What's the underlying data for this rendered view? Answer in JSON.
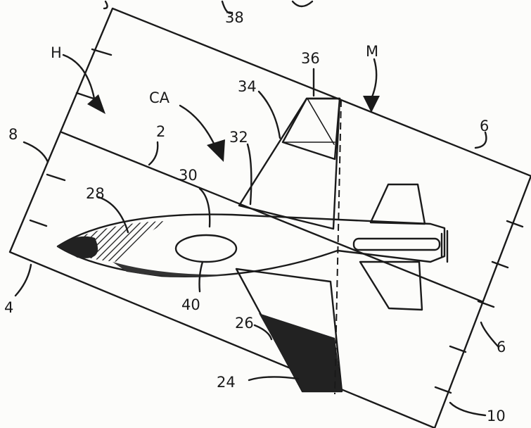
{
  "figure": {
    "reference_labels": {
      "r38": "38",
      "rH": "H",
      "rM": "M",
      "r36": "36",
      "r34": "34",
      "rCA": "CA",
      "r2": "2",
      "r32": "32",
      "r8": "8",
      "r6a": "6",
      "r30": "30",
      "r28": "28",
      "r40": "40",
      "r4": "4",
      "r26": "26",
      "r6b": "6",
      "r24": "24",
      "r10": "10"
    }
  }
}
